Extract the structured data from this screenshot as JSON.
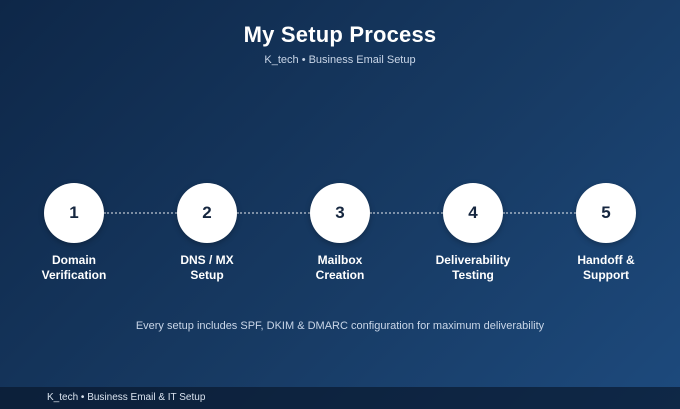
{
  "header": {
    "title": "My Setup Process",
    "subtitle": "K_tech • Business Email Setup"
  },
  "steps": [
    {
      "number": "1",
      "line1": "Domain",
      "line2": "Verification"
    },
    {
      "number": "2",
      "line1": "DNS / MX",
      "line2": "Setup"
    },
    {
      "number": "3",
      "line1": "Mailbox",
      "line2": "Creation"
    },
    {
      "number": "4",
      "line1": "Deliverability",
      "line2": "Testing"
    },
    {
      "number": "5",
      "line1": "Handoff &",
      "line2": "Support"
    }
  ],
  "note": "Every setup includes SPF, DKIM & DMARC configuration for maximum deliverability",
  "footer": "K_tech • Business Email & IT Setup",
  "colors": {
    "background": "#173a63",
    "circle": "#ffffff",
    "circle_text": "#15263f"
  }
}
